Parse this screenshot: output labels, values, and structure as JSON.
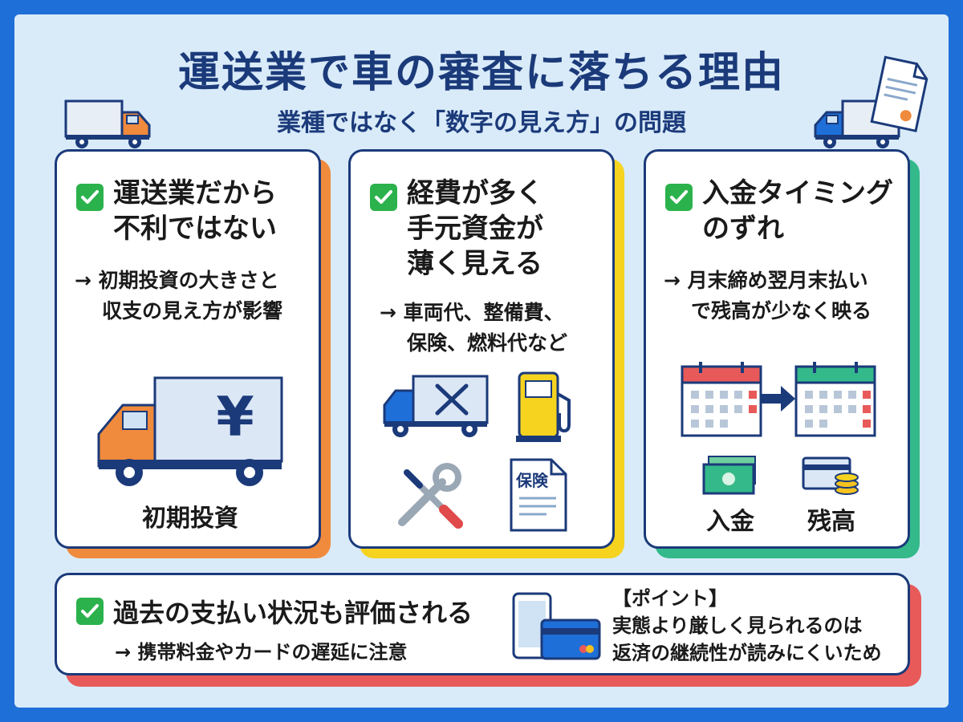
{
  "header": {
    "title": "運送業で車の審査に落ちる理由",
    "subtitle": "業種ではなく「数字の見え方」の問題"
  },
  "cards": [
    {
      "title_lines": [
        "運送業だから",
        "不利ではない"
      ],
      "desc_lines": [
        "→ 初期投資の大きさと",
        "収支の見え方が影響"
      ],
      "caption": "初期投資",
      "truck_symbol": "¥",
      "accent": "#f08a3c"
    },
    {
      "title_lines": [
        "経費が多く",
        "手元資金が",
        "薄く見える"
      ],
      "desc_lines": [
        "→ 車両代、整備費、",
        "保険、燃料代など"
      ],
      "doc_label": "保険",
      "accent": "#f5d31f"
    },
    {
      "title_lines": [
        "入金タイミング",
        "のずれ"
      ],
      "desc_lines": [
        "→ 月末締め翌月末払い",
        "で残高が少なく映る"
      ],
      "caption_left": "入金",
      "caption_right": "残高",
      "accent": "#34b98a"
    }
  ],
  "bottom": {
    "title": "過去の支払い状況も評価される",
    "desc": "→ 携帯料金やカードの遅延に注意",
    "point_lines": [
      "【ポイント】",
      "実態より厳しく見られるのは",
      "返済の継続性が読みにくいため"
    ],
    "accent": "#e85a5a"
  },
  "colors": {
    "navy": "#1b3a7a",
    "check_green": "#2bb24c",
    "background": "#d9ebf9",
    "border_blue": "#1f6fd8"
  },
  "icons": [
    "truck-icon",
    "document-icon",
    "check-icon",
    "yen-truck-icon",
    "repair-truck-icon",
    "fuel-pump-icon",
    "tools-icon",
    "insurance-doc-icon",
    "calendar-icon",
    "arrow-right-icon",
    "cash-icon",
    "card-coins-icon",
    "smartphone-icon",
    "credit-card-icon"
  ]
}
